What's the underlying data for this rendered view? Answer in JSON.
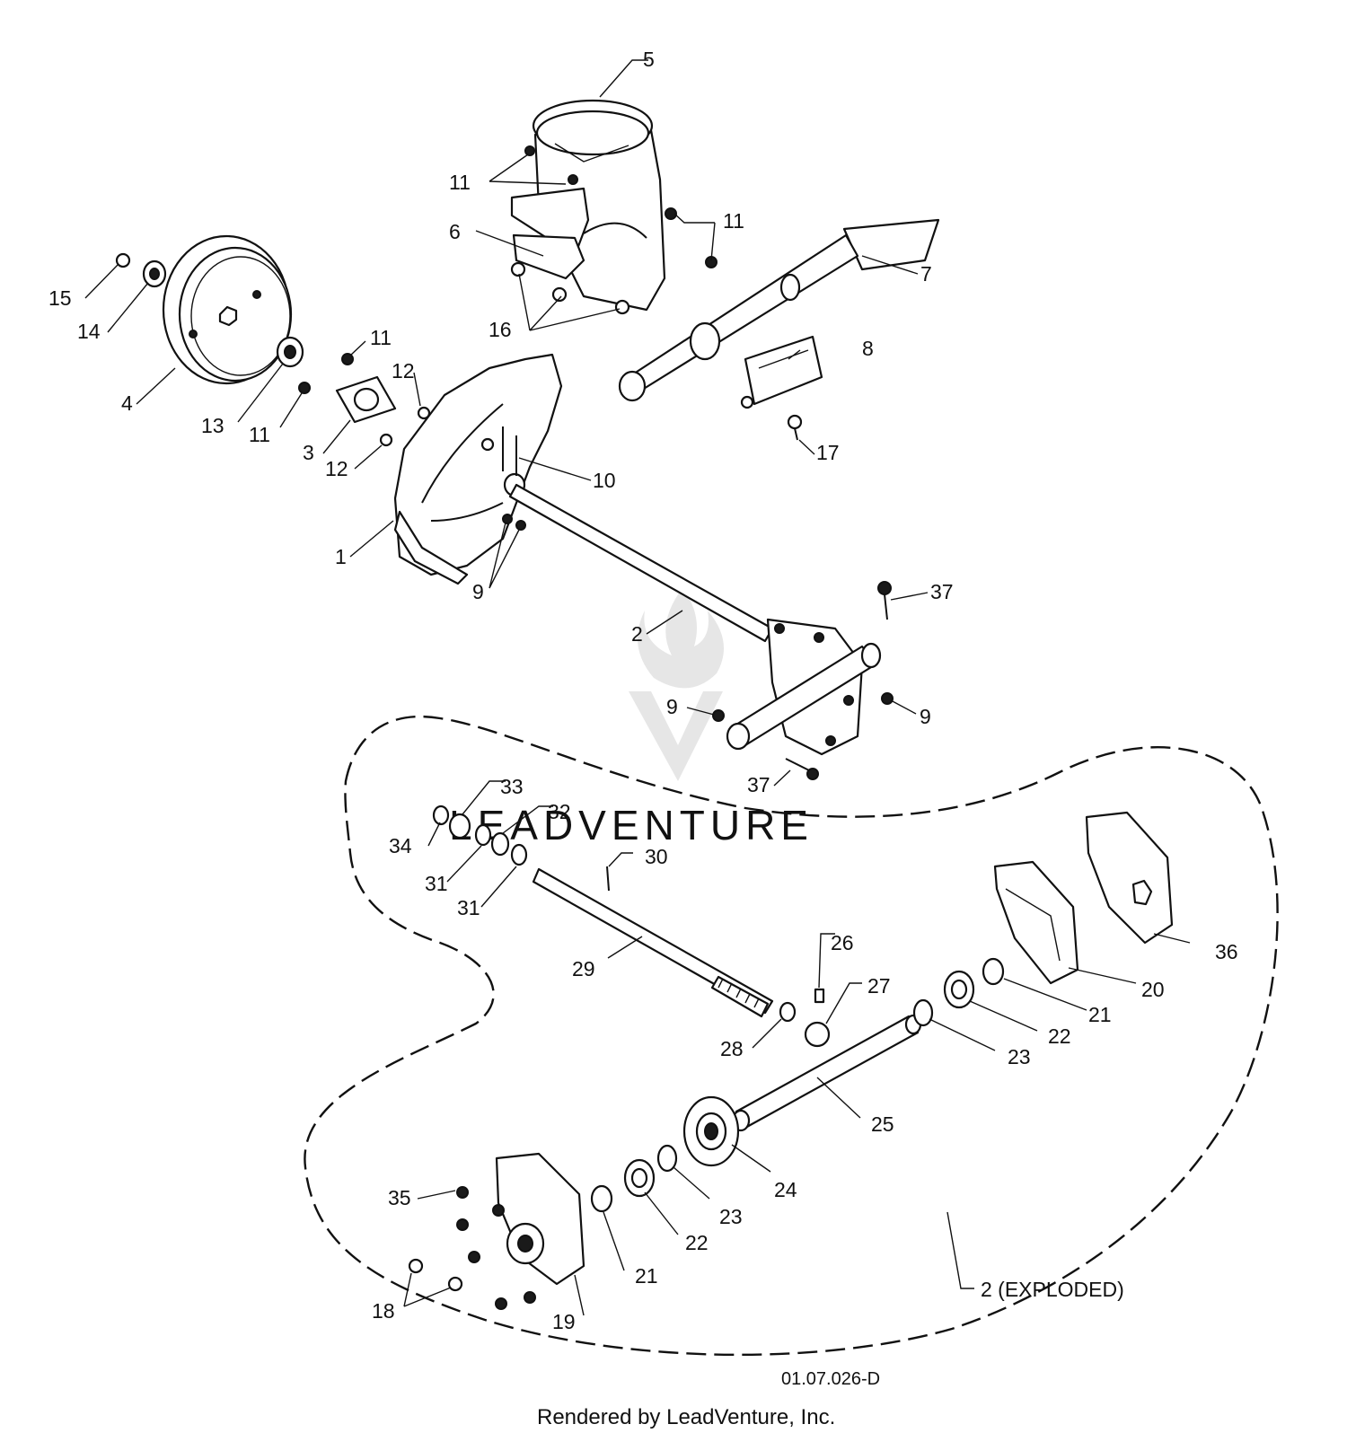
{
  "drawing_number": "01.07.026-D",
  "footer": "Rendered by LeadVenture, Inc.",
  "watermark": "LEADVENTURE",
  "exploded_label": "2 (EXPLODED)",
  "callouts": {
    "c1": "1",
    "c2": "2",
    "c3": "3",
    "c4": "4",
    "c5": "5",
    "c6": "6",
    "c7": "7",
    "c8": "8",
    "c9a": "9",
    "c9b": "9",
    "c9c": "9",
    "c10": "10",
    "c11a": "11",
    "c11b": "11",
    "c11c": "11",
    "c11d": "11",
    "c12a": "12",
    "c12b": "12",
    "c13": "13",
    "c14": "14",
    "c15": "15",
    "c16": "16",
    "c17": "17",
    "c18": "18",
    "c19": "19",
    "c20": "20",
    "c21a": "21",
    "c21b": "21",
    "c22a": "22",
    "c22b": "22",
    "c23a": "23",
    "c23b": "23",
    "c24": "24",
    "c25": "25",
    "c26": "26",
    "c27": "27",
    "c28": "28",
    "c29": "29",
    "c30": "30",
    "c31a": "31",
    "c31b": "31",
    "c32": "32",
    "c33": "33",
    "c34": "34",
    "c35": "35",
    "c36": "36",
    "c37a": "37",
    "c37b": "37"
  }
}
